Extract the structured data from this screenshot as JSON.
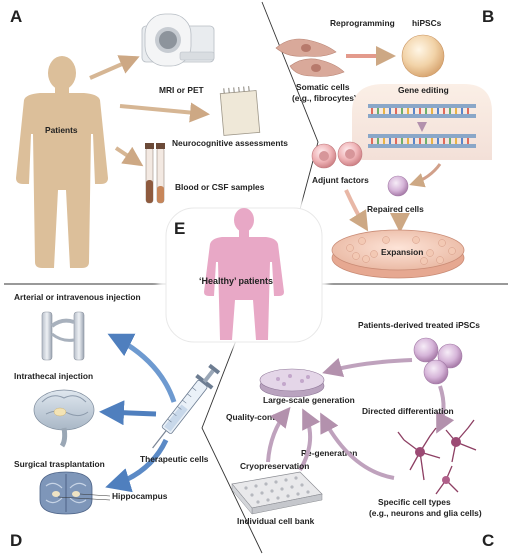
{
  "panels": {
    "a": {
      "letter": "A",
      "patients_label": "Patients",
      "mri_label": "MRI or PET",
      "neuro_label": "Neurocognitive assessments",
      "blood_label": "Blood or CSF samples"
    },
    "b": {
      "letter": "B",
      "reprogramming_label": "Reprogramming",
      "hipscs_label": "hiPSCs",
      "somatic_label_1": "Somatic cells",
      "somatic_label_2": "(e.g., fibrocytes)",
      "gene_editing_label": "Gene editing",
      "adjunt_label": "Adjunt factors",
      "repaired_label": "Repaired cells",
      "expansion_label": "Expansion"
    },
    "c": {
      "letter": "C",
      "derived_label": "Patients-derived treated iPSCs",
      "large_scale_label": "Large-scale generation",
      "directed_label": "Directed differentiation",
      "quality_label": "Quality-control",
      "regeneration_label": "Re-generation",
      "cryo_label": "Cryopreservation",
      "bank_label": "Individual cell bank",
      "specific_label_1": "Specific cell types",
      "specific_label_2": "(e.g., neurons and glia cells)"
    },
    "d": {
      "letter": "D",
      "arterial_label": "Arterial or intravenous injection",
      "intrathecal_label": "Intrathecal injection",
      "surgical_label": "Surgical trasplantation",
      "therapeutic_label": "Therapeutic cells",
      "hippocampus_label": "Hippocampus"
    },
    "e": {
      "letter": "E",
      "healthy_label": "‘Healthy’ patients"
    }
  },
  "colors": {
    "patient_tan": "#dcbf9a",
    "healthy_pink": "#e8a8c6",
    "arrow_tan": "#d6b694",
    "arrow_blue": "#5f8fc8",
    "arrow_mauve": "#bfa2bd",
    "divider": "#333333"
  }
}
